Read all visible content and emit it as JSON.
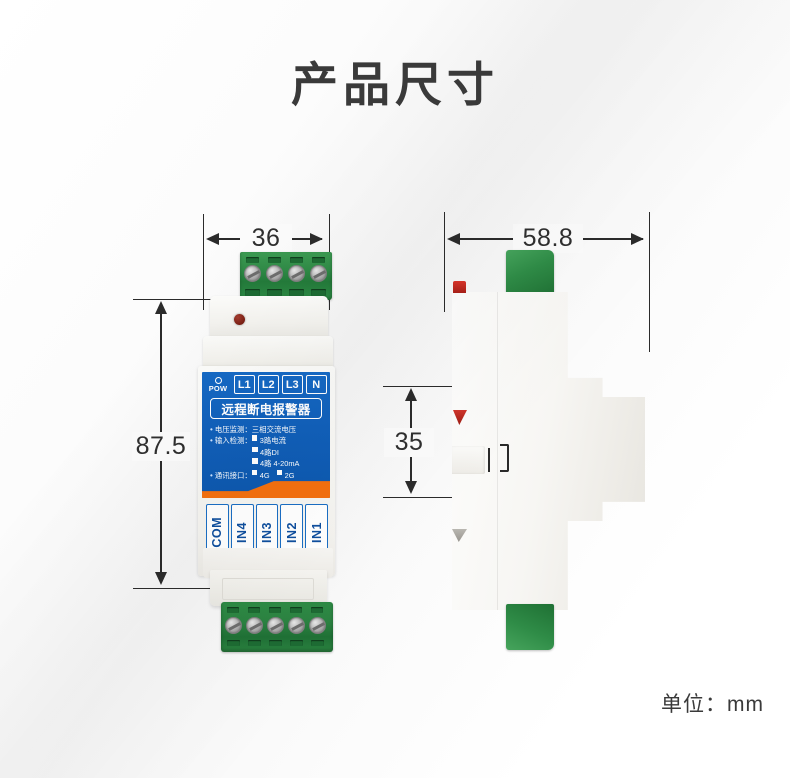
{
  "page": {
    "title": "产品尺寸",
    "unit_note": "单位：mm"
  },
  "colors": {
    "background": "#fcfcfc",
    "title_text": "#3a3a3a",
    "panel_blue": "#1160ba",
    "panel_blue_dark": "#0d58ae",
    "stripe_orange": "#f4700f",
    "terminal_green": "#2f8a46",
    "led_red": "#7a1f14",
    "terminal_text_blue": "#0f4f9e",
    "dimension_line": "#2b2b2b"
  },
  "front_view": {
    "name": "front-view",
    "dimensions": {
      "width": {
        "value": "36",
        "unit": "mm",
        "orientation": "horizontal"
      },
      "height": {
        "value": "87.5",
        "unit": "mm",
        "orientation": "vertical"
      }
    },
    "indicator": {
      "label": "POW",
      "symbol": "circle-led"
    },
    "terminals_top": [
      "L1",
      "L2",
      "L3",
      "N"
    ],
    "terminals_bottom": [
      "COM",
      "IN4",
      "IN3",
      "IN2",
      "IN1"
    ],
    "product_name": "远程断电报警器",
    "specs": [
      {
        "label": "电压监测：",
        "values": [
          "三相交流电压"
        ],
        "boxed": false
      },
      {
        "label": "输入检测：",
        "values": [
          "3路电流",
          "4路DI",
          "4路 4-20mA"
        ],
        "boxed": true
      },
      {
        "label": "通讯接口：",
        "values": [
          "4G",
          "2G"
        ],
        "boxed": true
      }
    ],
    "top_terminal_block": {
      "positions": 4,
      "color": "green"
    },
    "bottom_terminal_block": {
      "positions": 5,
      "color": "green"
    }
  },
  "side_view": {
    "name": "side-view",
    "dimensions": {
      "width": {
        "value": "58.8",
        "unit": "mm",
        "orientation": "horizontal"
      },
      "depth": {
        "value": "35",
        "unit": "mm",
        "orientation": "vertical"
      }
    },
    "features": [
      "din-rail-clip",
      "red-release-tab",
      "green-connector-top",
      "green-connector-bottom"
    ]
  }
}
